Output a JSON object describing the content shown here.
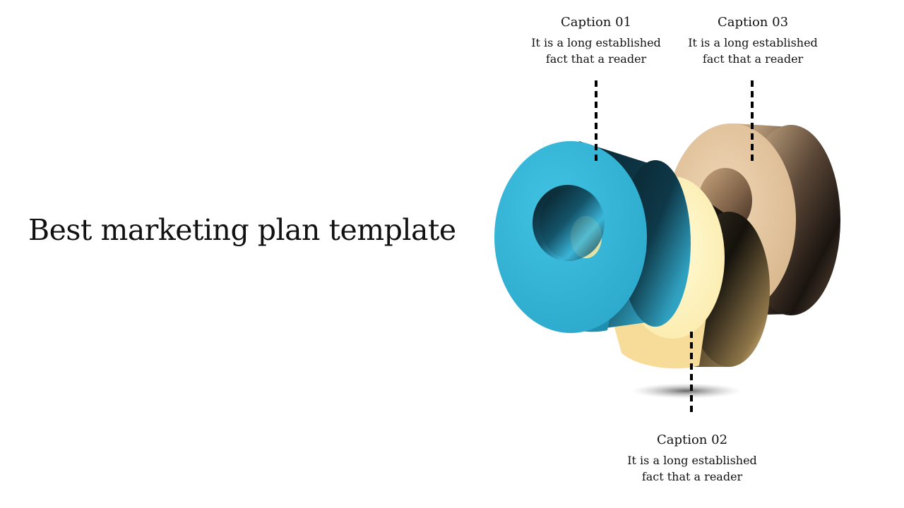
{
  "slide": {
    "title": "Best marketing plan template"
  },
  "captions": [
    {
      "title": "Caption 01",
      "line1": "It is a long established",
      "line2": "fact that a reader"
    },
    {
      "title": "Caption 02",
      "line1": "It is a long established",
      "line2": "fact that a reader"
    },
    {
      "title": "Caption 03",
      "line1": "It is a long established",
      "line2": "fact that a reader"
    }
  ],
  "colors": {
    "ring_blue": "#3bb6d8",
    "ring_yellow": "#fff3b8",
    "ring_tan": "#e2c29c",
    "connector": "#000000"
  }
}
